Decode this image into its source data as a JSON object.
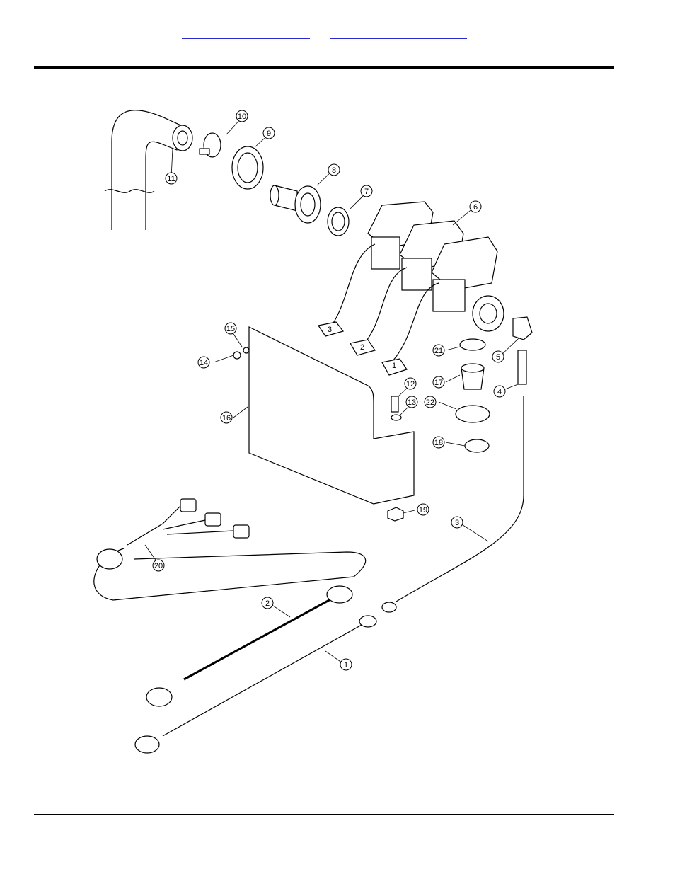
{
  "header": {
    "links": [
      "",
      ""
    ]
  },
  "diagram": {
    "callouts": [
      "1",
      "2",
      "3",
      "4",
      "5",
      "6",
      "7",
      "8",
      "9",
      "10",
      "11",
      "12",
      "13",
      "14",
      "15",
      "16",
      "17",
      "18",
      "19",
      "20",
      "21",
      "22"
    ],
    "connector_marks": [
      "3",
      "2",
      "1"
    ]
  }
}
